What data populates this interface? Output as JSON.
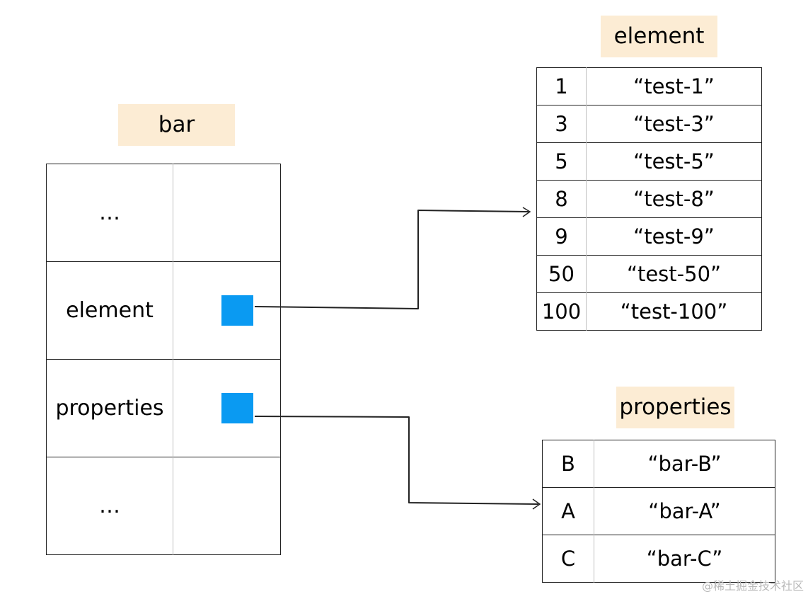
{
  "bar": {
    "title": "bar",
    "rows": [
      {
        "key": "…",
        "has_pointer": false
      },
      {
        "key": "element",
        "has_pointer": true
      },
      {
        "key": "properties",
        "has_pointer": true
      },
      {
        "key": "…",
        "has_pointer": false
      }
    ]
  },
  "element": {
    "title": "element",
    "rows": [
      {
        "key": "1",
        "value": "“test-1”"
      },
      {
        "key": "3",
        "value": "“test-3”"
      },
      {
        "key": "5",
        "value": "“test-5”"
      },
      {
        "key": "8",
        "value": "“test-8”"
      },
      {
        "key": "9",
        "value": "“test-9”"
      },
      {
        "key": "50",
        "value": "“test-50”"
      },
      {
        "key": "100",
        "value": "“test-100”"
      }
    ]
  },
  "properties": {
    "title": "properties",
    "rows": [
      {
        "key": "B",
        "value": "“bar-B”"
      },
      {
        "key": "A",
        "value": "“bar-A”"
      },
      {
        "key": "C",
        "value": "“bar-C”"
      }
    ]
  },
  "colors": {
    "title_background": "#fcecd4",
    "pointer": "#0a9af2",
    "border": "#222222",
    "divider": "#bfbfbf"
  },
  "watermark": "@稀土掘金技术社区"
}
